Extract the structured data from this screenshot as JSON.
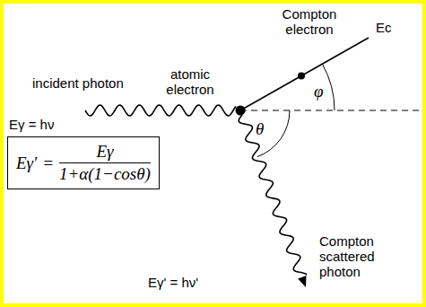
{
  "diagram": {
    "nodes": [
      {
        "text": [
          "Eγ'",
          "=",
          "Eγ",
          "1+α(1−cosθ)"
        ]
      }
    ],
    "labels": [
      "Compton electron",
      "Ec",
      "atomic electron",
      "incident photon",
      "φ",
      "θ",
      "Eγ = hν",
      "Compton scattered photon",
      "Eγ' = hν'"
    ]
  }
}
